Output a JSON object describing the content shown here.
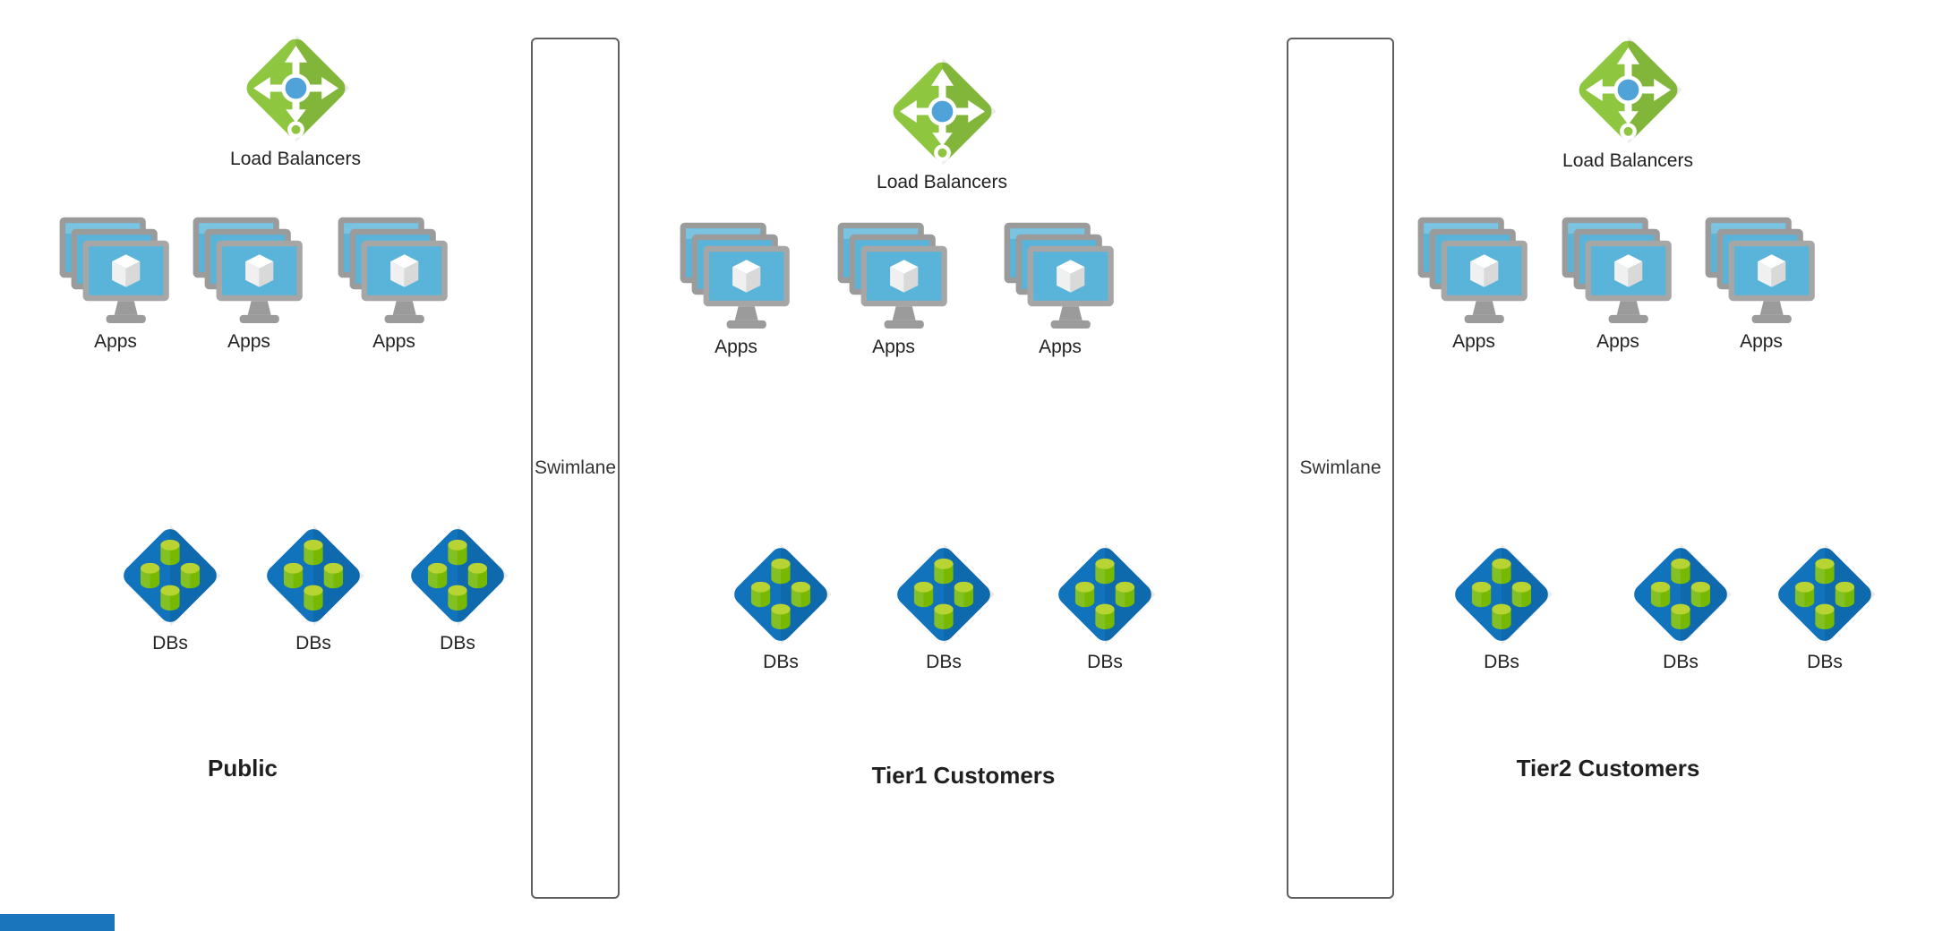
{
  "diagram": {
    "sections": [
      {
        "title": "Public",
        "load_balancer_label": "Load Balancers",
        "apps": [
          "Apps",
          "Apps",
          "Apps"
        ],
        "dbs": [
          "DBs",
          "DBs",
          "DBs"
        ]
      },
      {
        "title": "Tier1 Customers",
        "load_balancer_label": "Load Balancers",
        "apps": [
          "Apps",
          "Apps",
          "Apps"
        ],
        "dbs": [
          "DBs",
          "DBs",
          "DBs"
        ]
      },
      {
        "title": "Tier2 Customers",
        "load_balancer_label": "Load Balancers",
        "apps": [
          "Apps",
          "Apps",
          "Apps"
        ],
        "dbs": [
          "DBs",
          "DBs",
          "DBs"
        ]
      }
    ],
    "swimlanes": [
      {
        "label": "Swimlane"
      },
      {
        "label": "Swimlane"
      }
    ]
  },
  "icons": {
    "load_balancer": "load-balancer-icon",
    "apps": "app-server-stack-icon",
    "dbs": "database-cluster-icon"
  },
  "colors": {
    "load_balancer_green": "#8ec63f",
    "screen_blue": "#5ab4d9",
    "database_blue": "#1173bc",
    "cylinder_green": "#76b900",
    "cylinder_top_green": "#b8d432",
    "monitor_gray": "#9b9b9b",
    "swimlane_border": "#5f5f5f",
    "accent_strip_blue": "#1b75bc"
  }
}
